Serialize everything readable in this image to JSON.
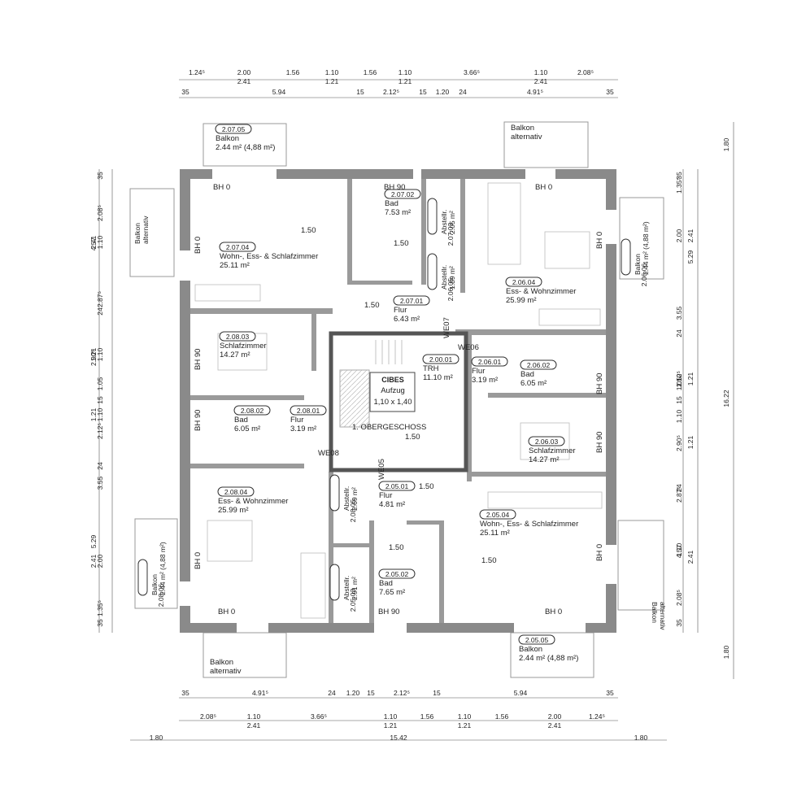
{
  "floor_label": "1. OBERGESCHOSS",
  "elevator": {
    "brand": "CIBES",
    "label": "Aufzug",
    "size": "1,10 x 1,40"
  },
  "rooms": [
    {
      "id": "2.07.05",
      "name": "Balkon",
      "area": "2.44 m² (4,88 m²)"
    },
    {
      "id": "2.07.04",
      "name": "Wohn-, Ess- & Schlafzimmer",
      "area": "25.11 m²"
    },
    {
      "id": "2.07.02",
      "name": "Bad",
      "area": "7.53 m²"
    },
    {
      "id": "2.07.03",
      "name": "Abstellr.",
      "area": "2.05 m²"
    },
    {
      "id": "2.06.05",
      "name": "Abstellr.",
      "area": "1.89 m²"
    },
    {
      "id": "2.07.01",
      "name": "Flur",
      "area": "6.43 m²"
    },
    {
      "id": "2.06.04",
      "name": "Ess- & Wohnzimmer",
      "area": "25.99 m²"
    },
    {
      "id": "2.06.06",
      "name": "Balkon",
      "area": "2.44 m² (4,88 m²)"
    },
    {
      "id": "2.08.03",
      "name": "Schlafzimmer",
      "area": "14.27 m²"
    },
    {
      "id": "2.00.01",
      "name": "TRH",
      "area": "11.10 m²"
    },
    {
      "id": "2.06.01",
      "name": "Flur",
      "area": "3.19 m²"
    },
    {
      "id": "2.06.02",
      "name": "Bad",
      "area": "6.05 m²"
    },
    {
      "id": "2.08.02",
      "name": "Bad",
      "area": "6.05 m²"
    },
    {
      "id": "2.08.01",
      "name": "Flur",
      "area": "3.19 m²"
    },
    {
      "id": "2.06.03",
      "name": "Schlafzimmer",
      "area": "14.27 m²"
    },
    {
      "id": "2.08.04",
      "name": "Ess- & Wohnzimmer",
      "area": "25.99 m²"
    },
    {
      "id": "2.08.05",
      "name": "Abstellr.",
      "area": "2.69 m²"
    },
    {
      "id": "2.05.01",
      "name": "Flur",
      "area": "4.81 m²"
    },
    {
      "id": "2.05.04",
      "name": "Wohn-, Ess- & Schlafzimmer",
      "area": "25.11 m²"
    },
    {
      "id": "2.08.06",
      "name": "Balkon",
      "area": "2.44 m² (4,88 m²)"
    },
    {
      "id": "2.05.03",
      "name": "Abstellr.",
      "area": "2.91 m²"
    },
    {
      "id": "2.05.02",
      "name": "Bad",
      "area": "7.65 m²"
    },
    {
      "id": "2.05.05",
      "name": "Balkon",
      "area": "2.44 m² (4,88 m²)"
    }
  ],
  "balcony_alt": [
    "Balkon",
    "alternativ"
  ],
  "units": [
    "WE05",
    "WE06",
    "WE07",
    "WE08"
  ],
  "sill_labels": [
    "BH 0",
    "BH 90"
  ],
  "ceiling_values": [
    "1.50"
  ],
  "dims": {
    "top_row1": [
      "1.24⁵",
      "2.00",
      "1.56",
      "1.10",
      "1.56",
      "1.10",
      "3.66⁵",
      "1.10",
      "2.08⁵"
    ],
    "top_row1b": [
      "2.41",
      "1.21",
      "1.21",
      "2.41"
    ],
    "top_row2": [
      "35",
      "5.94",
      "15",
      "2.12⁵",
      "15",
      "1.20",
      "24",
      "4.91⁵",
      "35"
    ],
    "bottom_row1": [
      "35",
      "4.91⁵",
      "24",
      "1.20",
      "15",
      "2.12⁵",
      "15",
      "5.94",
      "35"
    ],
    "bottom_row2": [
      "2.08⁵",
      "1.10",
      "3.66⁵",
      "1.10",
      "1.56",
      "1.10",
      "1.56",
      "2.00",
      "1.24⁵"
    ],
    "bottom_row2b": [
      "2.41",
      "1.21",
      "1.21",
      "2.41"
    ],
    "bottom_total": [
      "1.80",
      "15.42",
      "1.80"
    ],
    "left_col1": [
      "35",
      "2.08⁵",
      "1.10",
      "2.87⁵",
      "24",
      "1.10",
      "1.05",
      "15",
      "1.10",
      "2.12⁵",
      "24",
      "3.55",
      "2.00",
      "1.35⁵",
      "35"
    ],
    "left_col2": [
      "2.41",
      "4.57",
      "1.21",
      "2.90⁵",
      "1.21",
      "5.29",
      "2.41"
    ],
    "right_col1": [
      "35",
      "1.35⁵",
      "2.00",
      "3.55",
      "24",
      "2.12⁵",
      "1.10",
      "1.05",
      "15",
      "1.10",
      "2.90⁵",
      "24",
      "2.87⁵",
      "1.10",
      "4.57",
      "2.08⁵",
      "35"
    ],
    "right_col2": [
      "2.41",
      "5.29",
      "1.21",
      "1.21",
      "2.41"
    ],
    "right_col3": [
      "1.80",
      "16.22",
      "1.80"
    ]
  }
}
